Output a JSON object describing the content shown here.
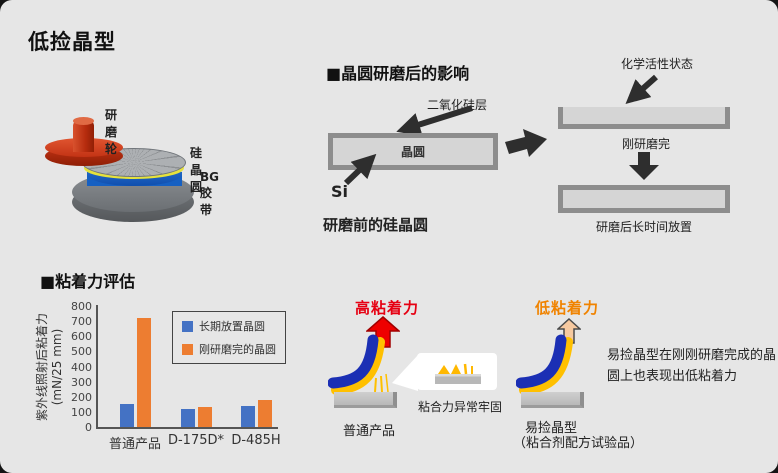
{
  "frame": {
    "title": "低捡晶型"
  },
  "grinder": {
    "wheel_label": "研磨轮",
    "wafer_label": "硅晶圆",
    "tape_label": "BG胶带"
  },
  "wafer_section": {
    "heading": "■晶圆研磨后的影响",
    "oxide_label": "二氧化硅层",
    "wafer_label": "晶圆",
    "si_label": "Si",
    "caption": "研磨前的硅晶圆"
  },
  "aging_section": {
    "state_label": "化学活性状态",
    "just_ground_label": "刚研磨完",
    "stored_label": "研磨后长时间放置"
  },
  "adhesion_section": {
    "heading": "■粘着力评估"
  },
  "chart_data": {
    "type": "bar",
    "categories": [
      "普通产品",
      "D-175D*",
      "D-485H"
    ],
    "series": [
      {
        "name": "长期放置晶圆",
        "color": "#4472c4",
        "values": [
          150,
          120,
          140
        ]
      },
      {
        "name": "刚研磨完的晶圆",
        "color": "#ed7d31",
        "values": [
          720,
          130,
          180
        ]
      }
    ],
    "ylabel": "紫外线照射后粘着力",
    "ylabel_unit": "(mN/25 mm)",
    "yticks": [
      0,
      100,
      200,
      300,
      400,
      500,
      600,
      700,
      800
    ],
    "ylim": [
      0,
      800
    ],
    "grid": false,
    "legend_position": "inside-top-right"
  },
  "high_adhesion": {
    "title": "高粘着力",
    "product_label": "普通产品",
    "inset_caption": "粘合力异常牢固"
  },
  "low_adhesion": {
    "title": "低粘着力",
    "note": "易捡晶型在刚刚研磨完成的晶圆上也表现出低粘着力",
    "product_label": "易捡晶型",
    "product_sub_label": "（粘合剂配方试验品）"
  },
  "colors": {
    "background": "#e6e6e6",
    "chart_blue": "#4472c4",
    "chart_orange": "#ed7d31",
    "tape_blue": "#1b2fb4",
    "tape_yellow": "#ffc000",
    "accent_red": "#e60012",
    "accent_orange": "#f08300",
    "arrow_dark": "#2e2e2e"
  }
}
